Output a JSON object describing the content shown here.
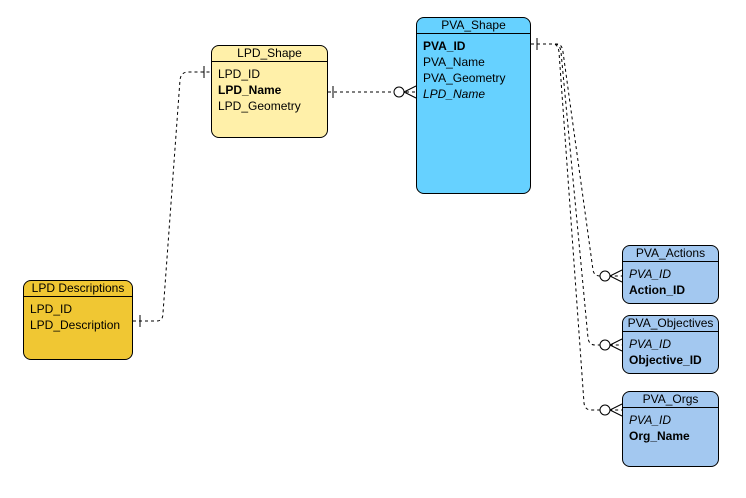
{
  "entities": {
    "lpd_descriptions": {
      "title": "LPD Descriptions",
      "color": "#f0c733",
      "fields": [
        {
          "name": "LPD_ID",
          "role": "plain"
        },
        {
          "name": "LPD_Description",
          "role": "plain"
        }
      ]
    },
    "lpd_shape": {
      "title": "LPD_Shape",
      "color": "#fff0a9",
      "fields": [
        {
          "name": "LPD_ID",
          "role": "plain"
        },
        {
          "name": "LPD_Name",
          "role": "pk"
        },
        {
          "name": "LPD_Geometry",
          "role": "plain"
        }
      ]
    },
    "pva_shape": {
      "title": "PVA_Shape",
      "color": "#66d1ff",
      "fields": [
        {
          "name": "PVA_ID",
          "role": "pk"
        },
        {
          "name": "PVA_Name",
          "role": "plain"
        },
        {
          "name": "PVA_Geometry",
          "role": "plain"
        },
        {
          "name": "LPD_Name",
          "role": "fk"
        }
      ]
    },
    "pva_actions": {
      "title": "PVA_Actions",
      "color": "#a3c8f0",
      "fields": [
        {
          "name": "PVA_ID",
          "role": "fk"
        },
        {
          "name": "Action_ID",
          "role": "pk"
        }
      ]
    },
    "pva_objectives": {
      "title": "PVA_Objectives",
      "color": "#a3c8f0",
      "fields": [
        {
          "name": "PVA_ID",
          "role": "fk"
        },
        {
          "name": "Objective_ID",
          "role": "pk"
        }
      ]
    },
    "pva_orgs": {
      "title": "PVA_Orgs",
      "color": "#a3c8f0",
      "fields": [
        {
          "name": "PVA_ID",
          "role": "fk"
        },
        {
          "name": "Org_Name",
          "role": "pk"
        }
      ]
    }
  },
  "relationships": [
    {
      "from": "lpd_descriptions",
      "to": "lpd_shape",
      "from_end": "one",
      "to_end": "one",
      "style": "dashed"
    },
    {
      "from": "lpd_shape",
      "to": "pva_shape",
      "from_end": "one",
      "to_end": "zero-or-many",
      "style": "dashed"
    },
    {
      "from": "pva_shape",
      "to": "pva_actions",
      "from_end": "one",
      "to_end": "zero-or-many",
      "style": "dashed"
    },
    {
      "from": "pva_shape",
      "to": "pva_objectives",
      "from_end": "one",
      "to_end": "zero-or-many",
      "style": "dashed"
    },
    {
      "from": "pva_shape",
      "to": "pva_orgs",
      "from_end": "one",
      "to_end": "zero-or-many",
      "style": "dashed"
    }
  ]
}
